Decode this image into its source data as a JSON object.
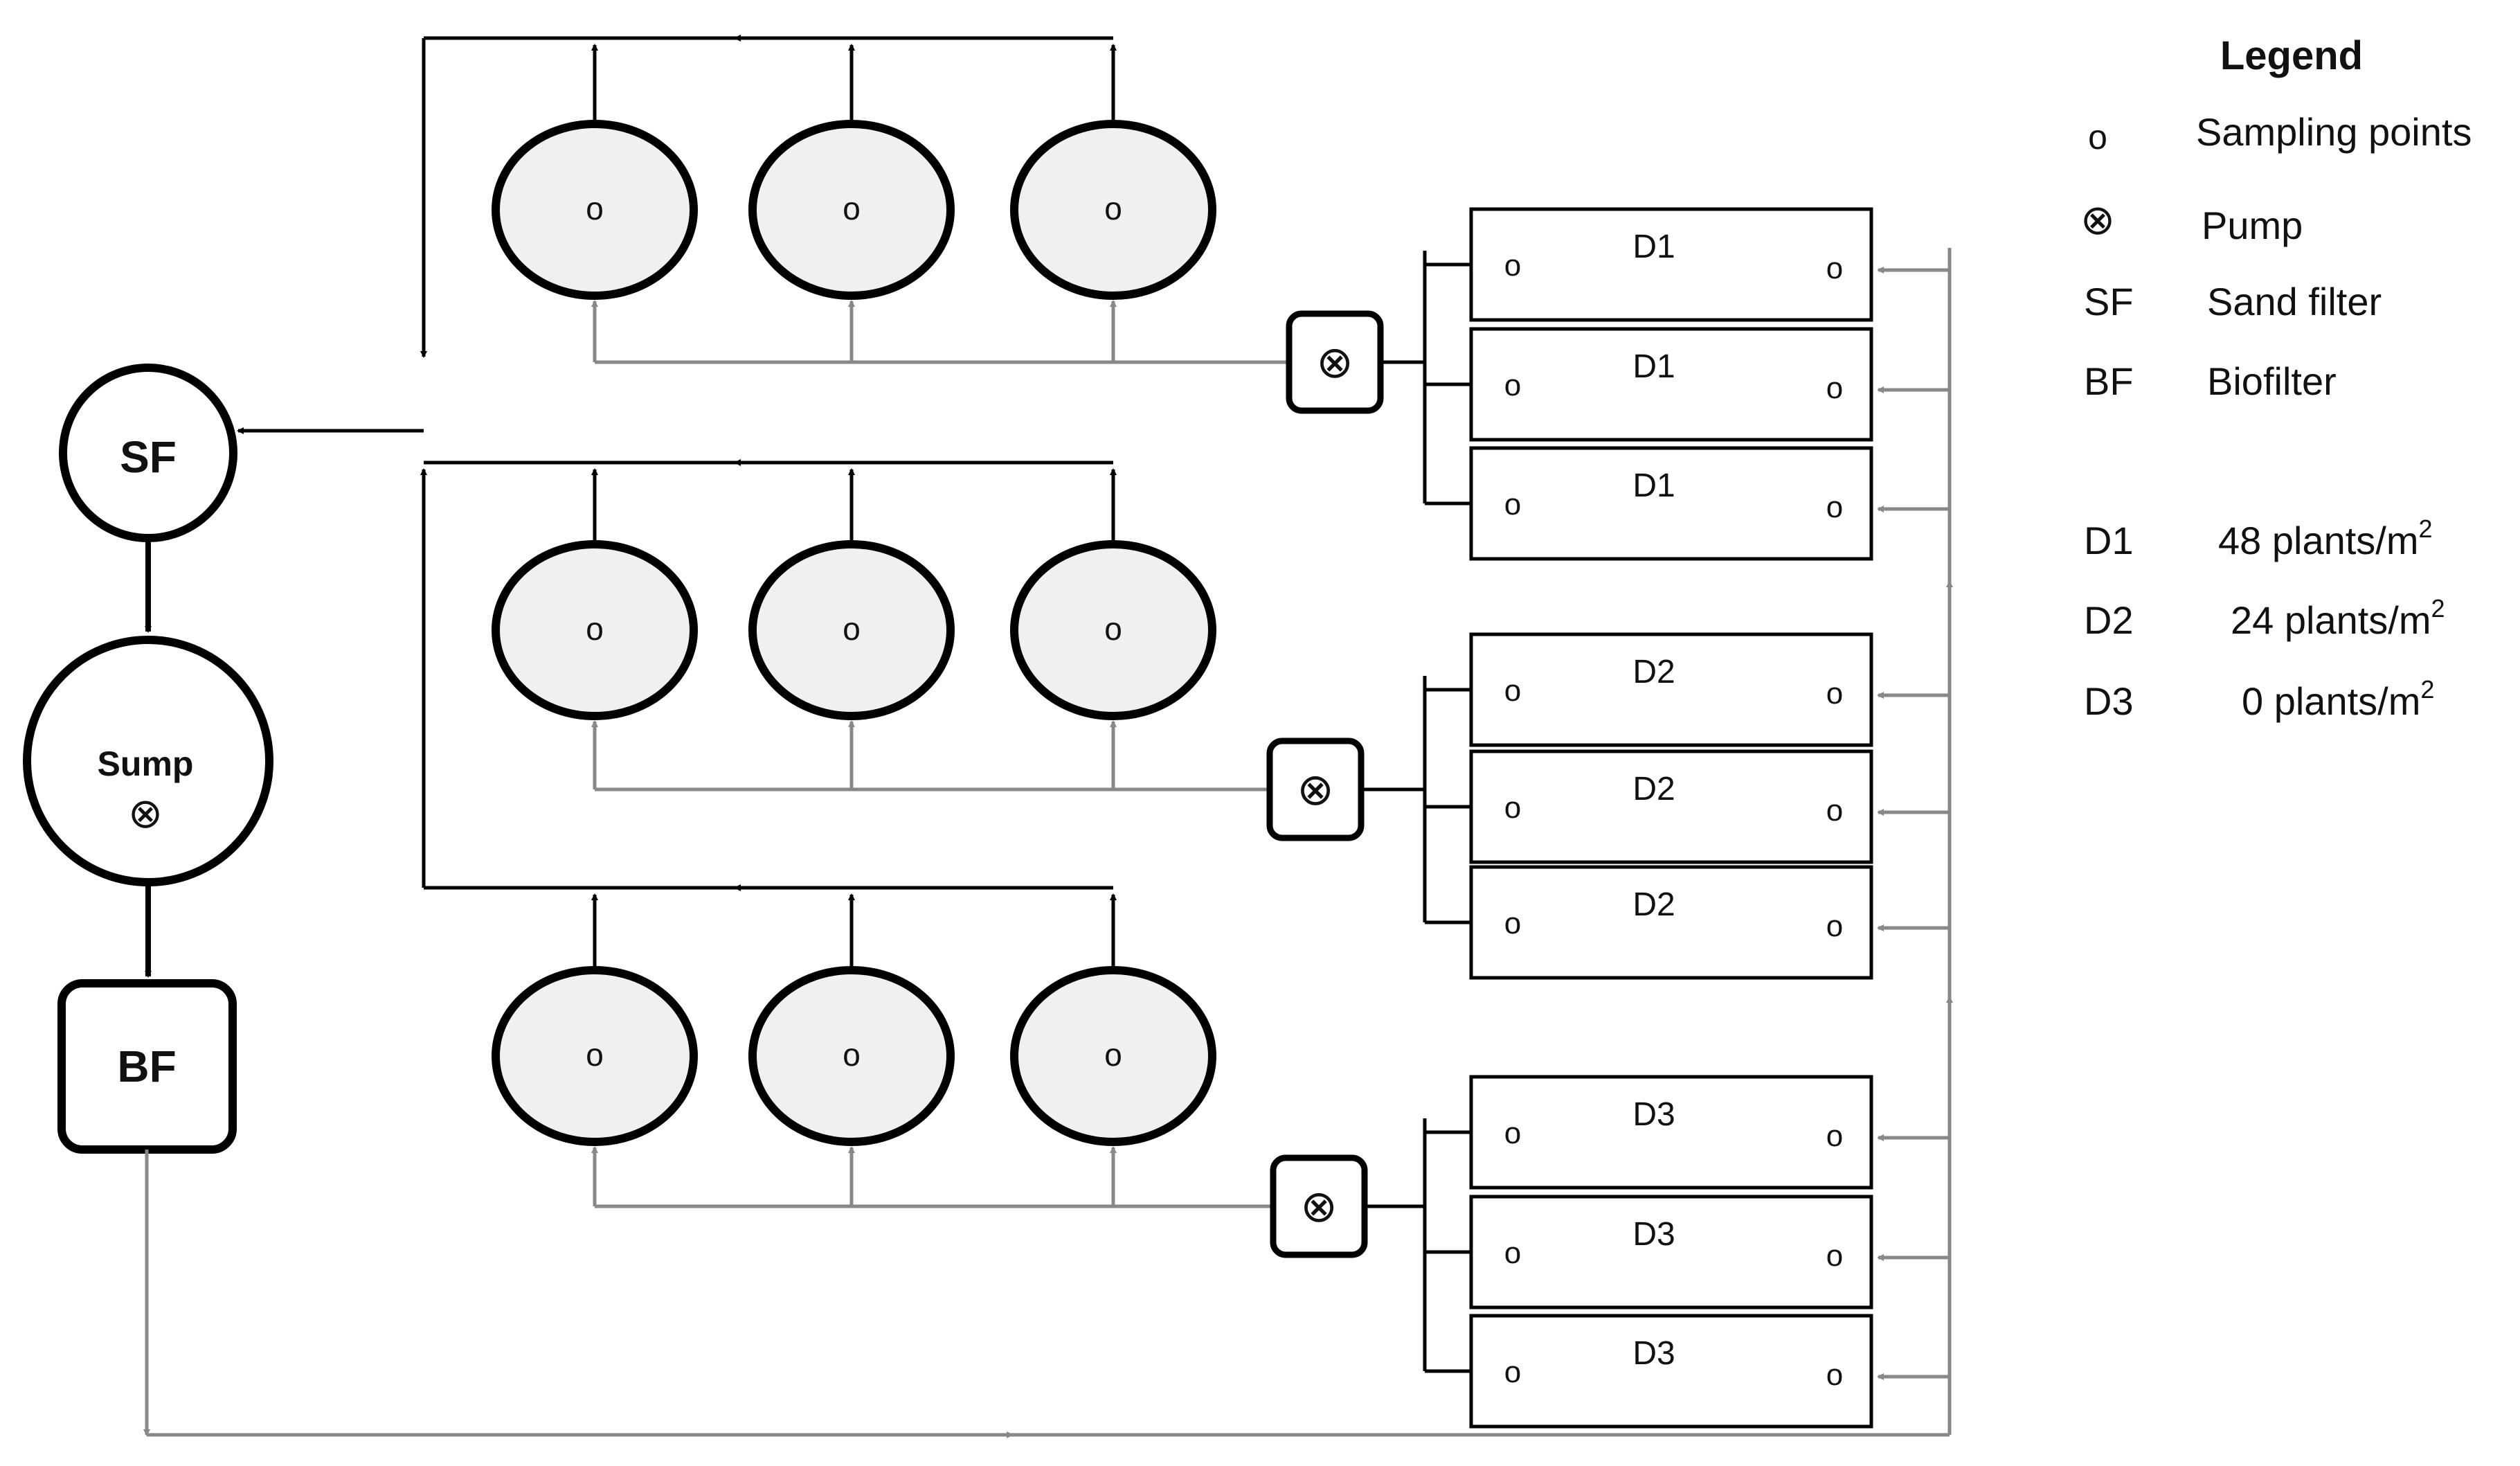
{
  "units": {
    "sf": "SF",
    "sump": "Sump",
    "bf": "BF"
  },
  "sampling_glyph": "o",
  "pump_glyph": "⊗",
  "rows": [
    {
      "bed_label": "D1"
    },
    {
      "bed_label": "D2"
    },
    {
      "bed_label": "D3"
    }
  ],
  "legend": {
    "title": "Legend",
    "items": [
      {
        "key": "o",
        "text": "Sampling points"
      },
      {
        "key": "⊗",
        "text": "Pump"
      },
      {
        "key": "SF",
        "text": "Sand filter"
      },
      {
        "key": "BF",
        "text": "Biofilter"
      }
    ],
    "densities": [
      {
        "key": "D1",
        "value": "48",
        "unit": "plants/m",
        "sup": "2"
      },
      {
        "key": "D2",
        "value": "24",
        "unit": "plants/m",
        "sup": "2"
      },
      {
        "key": "D3",
        "value": "0",
        "unit": "plants/m",
        "sup": "2"
      }
    ]
  },
  "colors": {
    "black_flow": "#000000",
    "grey_flow": "#888888",
    "tank_fill": "#f0f0f0"
  }
}
